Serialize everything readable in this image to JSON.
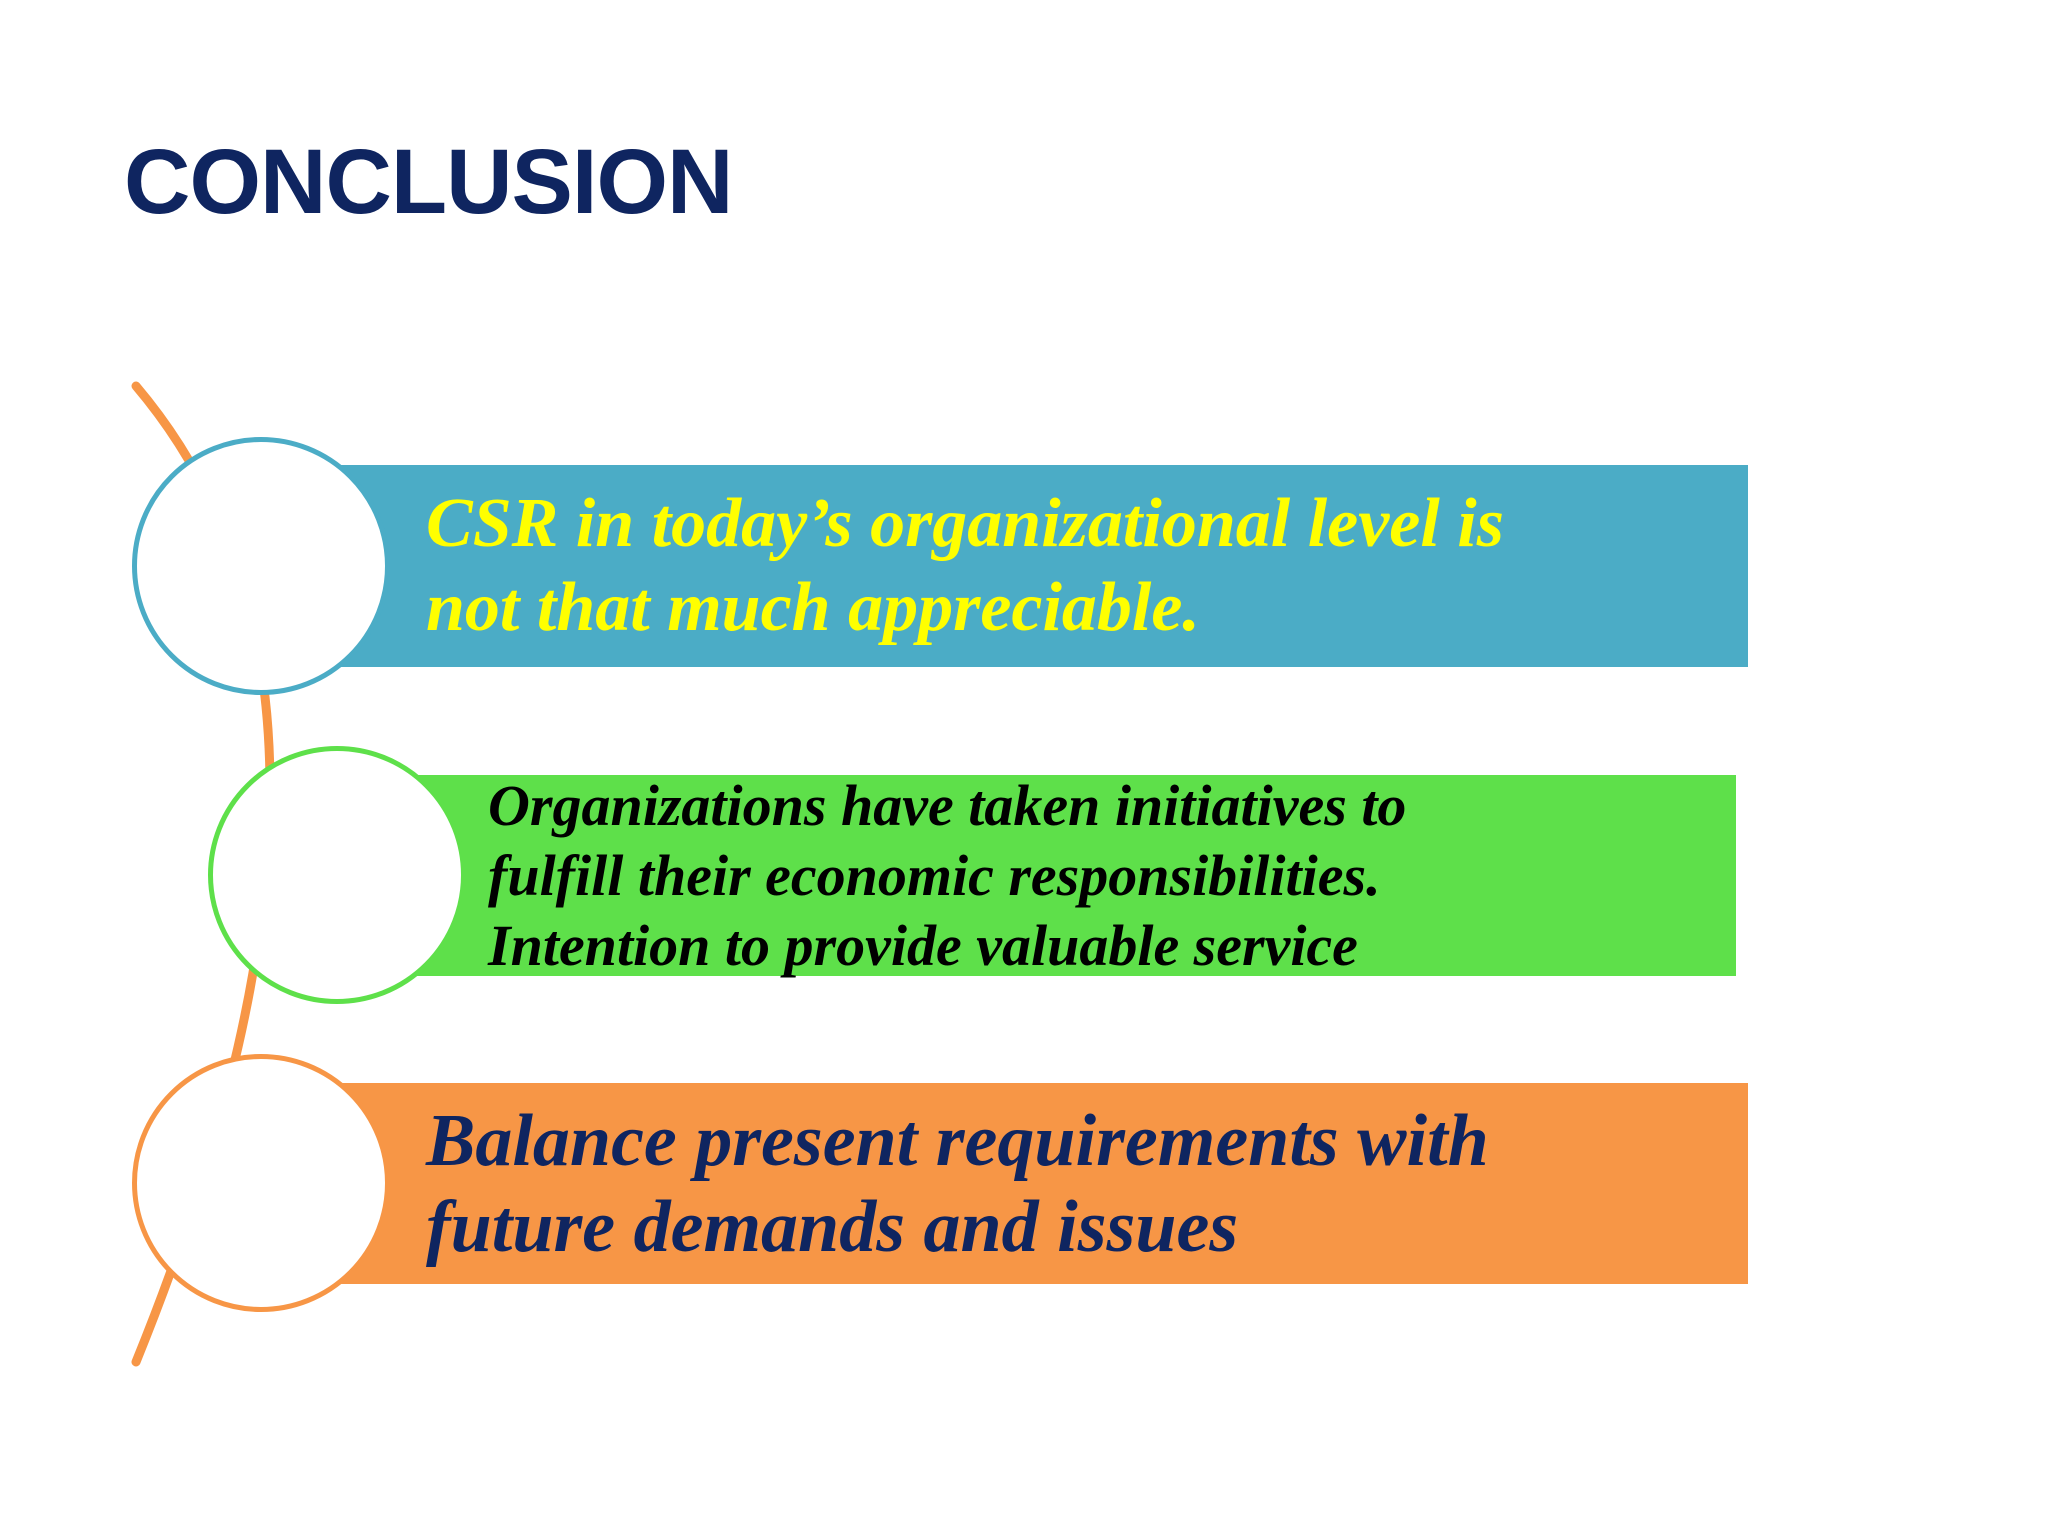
{
  "slide": {
    "title": "CONCLUSION",
    "colors": {
      "title": "#0f2560",
      "arc": "#f79646"
    },
    "items": [
      {
        "text": "CSR in today’s organizational level is\nnot that much appreciable.",
        "bar_color": "#4bacc6",
        "text_color": "#ffff00",
        "circle_border": "#4bacc6"
      },
      {
        "text": "Organizations have taken initiatives to\nfulfill their economic responsibilities.\nIntention to provide valuable service",
        "bar_color": "#5ee04a",
        "text_color": "#000000",
        "circle_border": "#5ee04a"
      },
      {
        "text": "Balance present requirements with\nfuture demands and issues",
        "bar_color": "#f79646",
        "text_color": "#0f2560",
        "circle_border": "#f79646"
      }
    ]
  }
}
